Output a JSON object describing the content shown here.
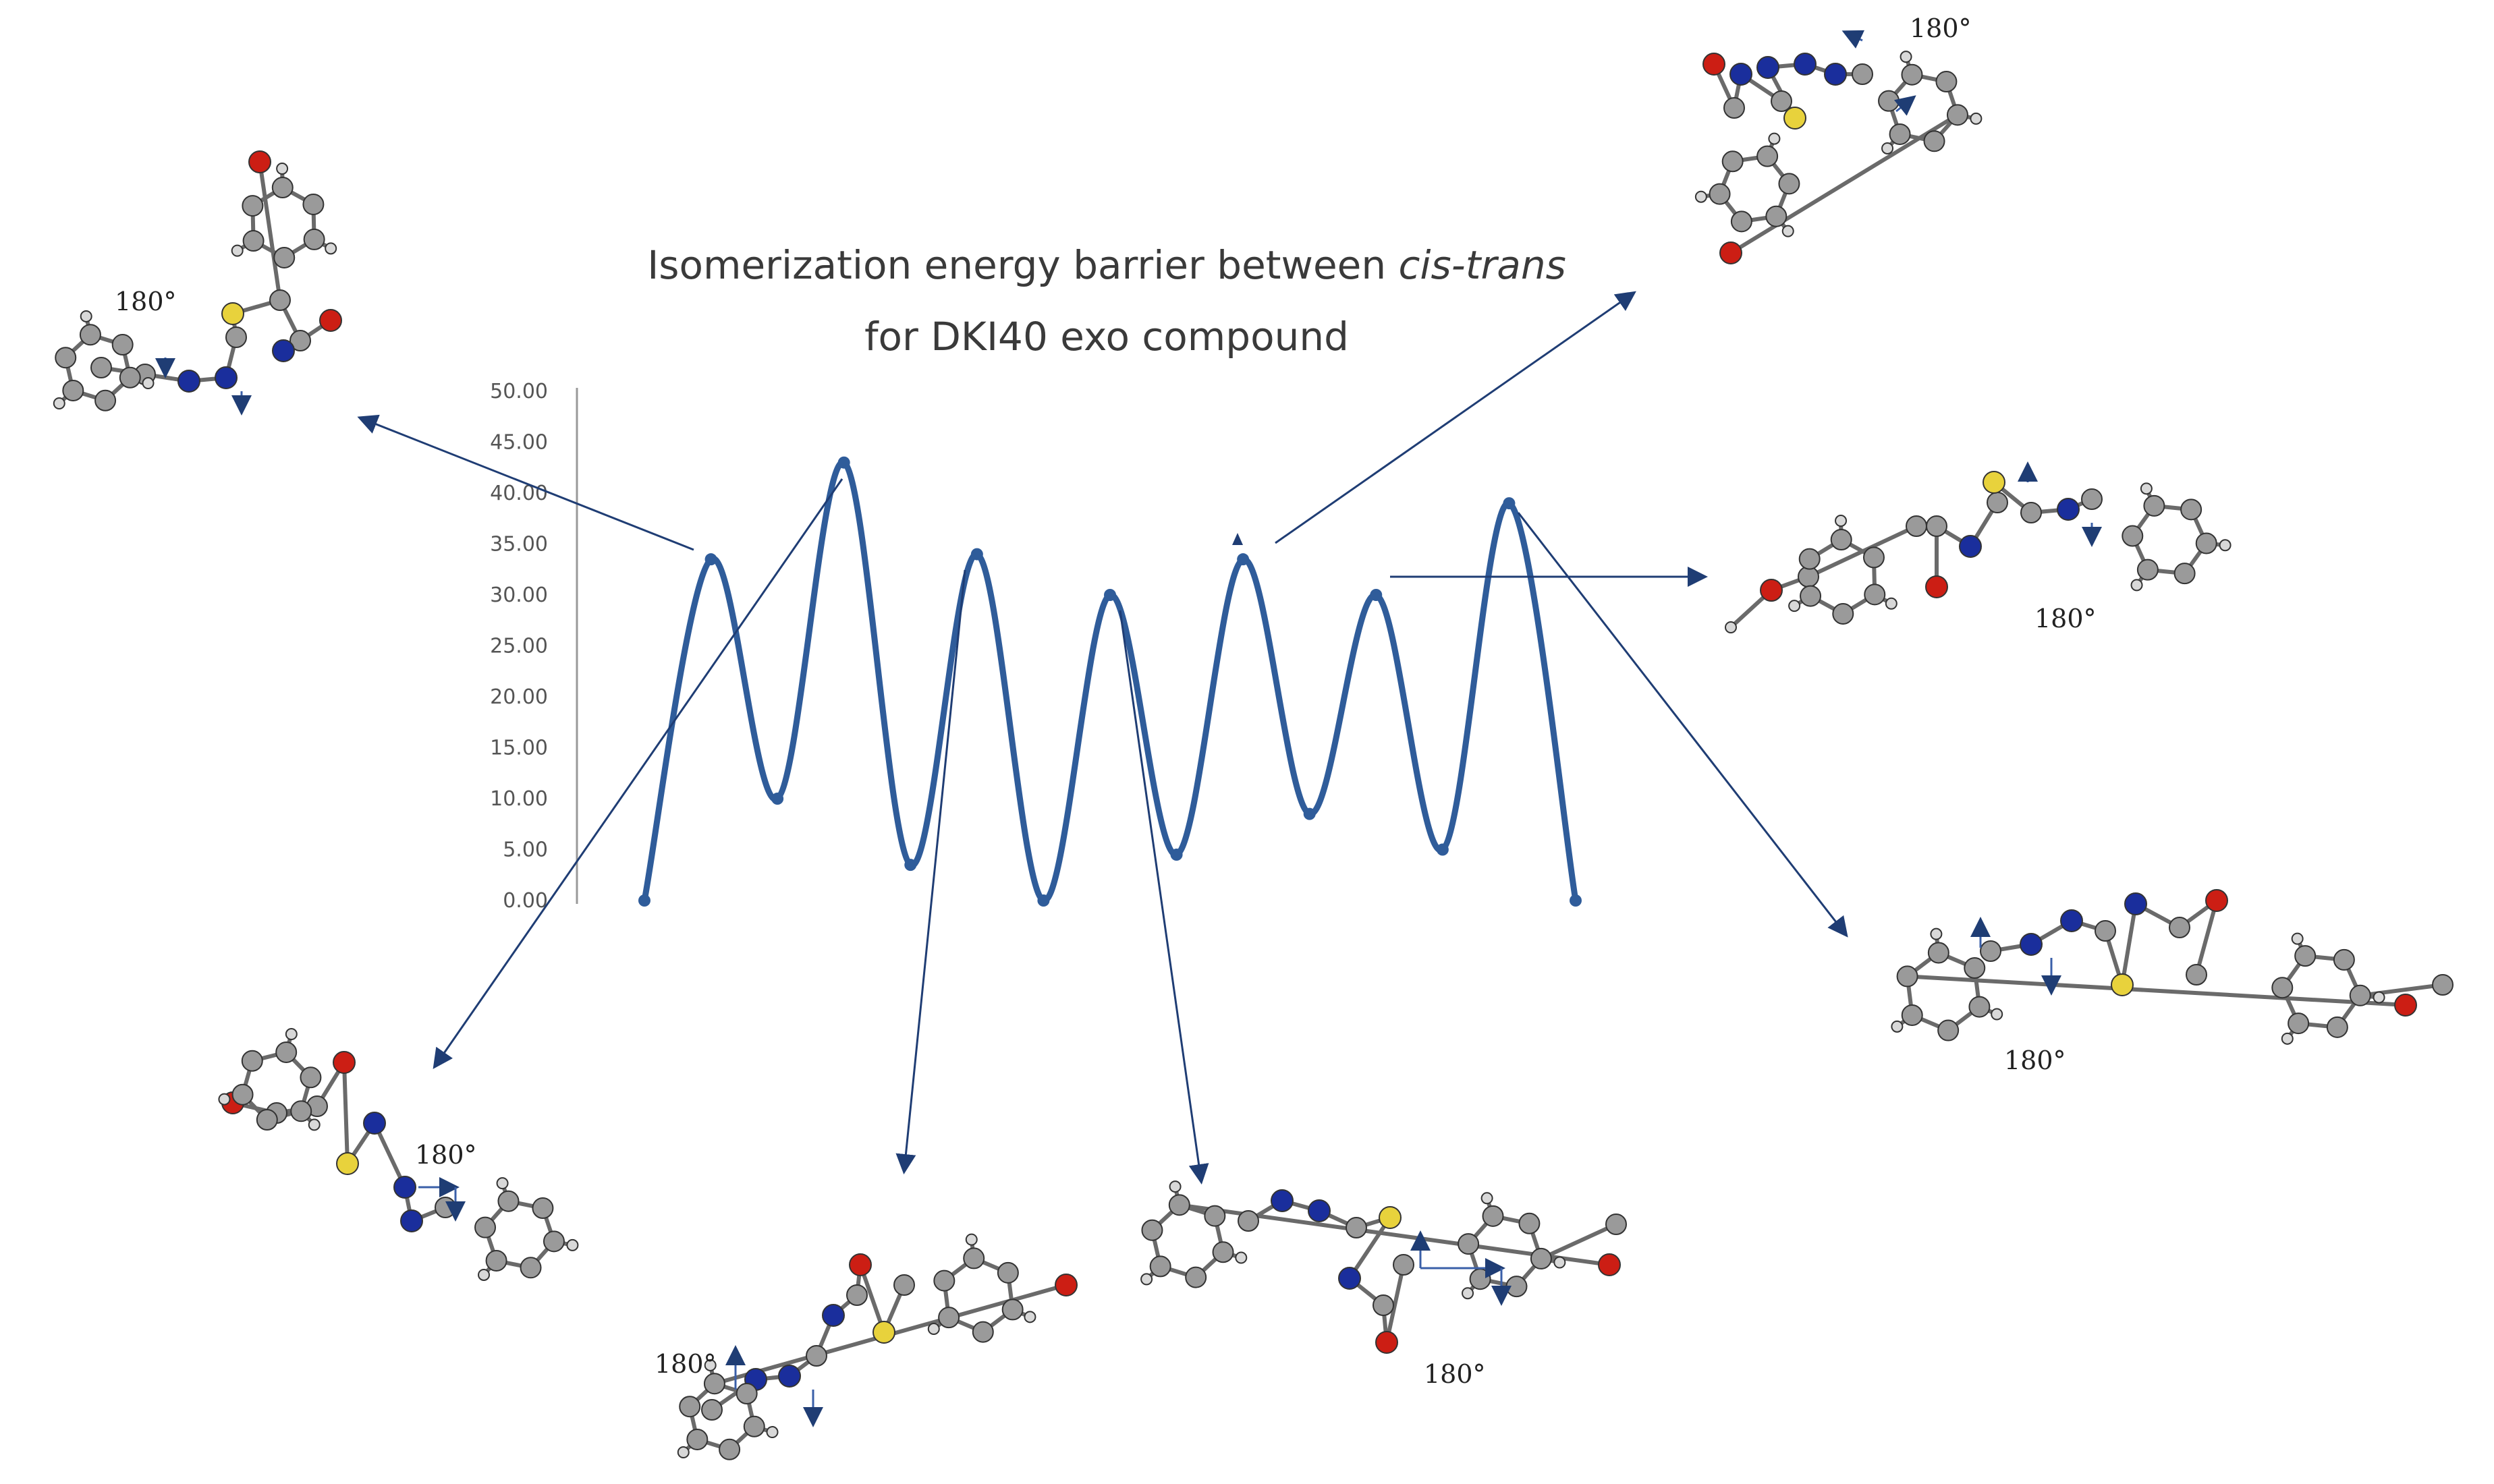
{
  "title": {
    "line1_prefix": "Isomerization energy barrier between ",
    "line1_italic": "cis-trans",
    "line2": "for DKI40 exo compound"
  },
  "rotation_label": "180°",
  "colors": {
    "curve": "#2f5c9a",
    "arrow": "#1f3d74",
    "axis": "#999999",
    "carbon": "#9a9a9a",
    "hydrogen": "#d8d8d8",
    "nitrogen": "#1a2e9c",
    "oxygen": "#cc1e14",
    "sulfur": "#e8d23c"
  },
  "chart_data": {
    "type": "line",
    "yticks": [
      "50.00",
      "45.00",
      "40.00",
      "35.00",
      "30.00",
      "25.00",
      "20.00",
      "15.00",
      "10.00",
      "5.00",
      "0.00"
    ],
    "ylim": [
      0,
      50
    ],
    "x": [
      1,
      2,
      3,
      4,
      5,
      6,
      7,
      8,
      9,
      10,
      11,
      12,
      13,
      14,
      15
    ],
    "series": [
      {
        "values": [
          0.0,
          33.5,
          10.0,
          43.0,
          3.5,
          34.0,
          0.0,
          30.0,
          4.5,
          33.5,
          8.5,
          30.0,
          5.0,
          39.0,
          0.0
        ]
      }
    ]
  },
  "structures": [
    {
      "id": "top-left"
    },
    {
      "id": "top-right"
    },
    {
      "id": "mid-right"
    },
    {
      "id": "bottom-right"
    },
    {
      "id": "bottom-left"
    },
    {
      "id": "bottom-center-left"
    },
    {
      "id": "bottom-center-right"
    }
  ]
}
